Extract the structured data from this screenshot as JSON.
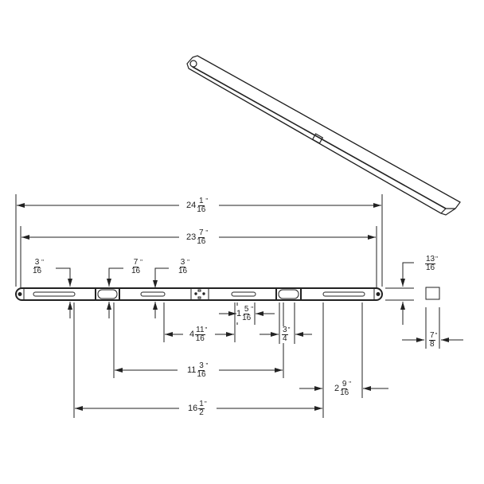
{
  "drawing": {
    "type": "technical dimension drawing",
    "subject": "slotted bar",
    "units": "inches"
  },
  "dimensions": {
    "overall_length": {
      "whole": "24",
      "num": "1",
      "den": "16",
      "unit": "\""
    },
    "hole_center_length": {
      "whole": "23",
      "num": "7",
      "den": "16",
      "unit": "\""
    },
    "slot_width_left": {
      "whole": "",
      "num": "3",
      "den": "16",
      "unit": "\""
    },
    "oval_width": {
      "whole": "",
      "num": "7",
      "den": "16",
      "unit": "\""
    },
    "slot_width_mid": {
      "whole": "",
      "num": "3",
      "den": "16",
      "unit": "\""
    },
    "bar_height": {
      "whole": "",
      "num": "13",
      "den": "16",
      "unit": "\""
    },
    "bar_depth": {
      "whole": "",
      "num": "7",
      "den": "8",
      "unit": "\""
    },
    "slot_length_mid": {
      "whole": "4",
      "num": "11",
      "den": "16",
      "unit": "\""
    },
    "slot_length_center": {
      "whole": "1",
      "num": "5",
      "den": "16",
      "unit": "\""
    },
    "oval_length": {
      "whole": "",
      "num": "3",
      "den": "4",
      "unit": "\""
    },
    "oval_spacing": {
      "whole": "11",
      "num": "3",
      "den": "16",
      "unit": "\""
    },
    "slot_length_right": {
      "whole": "2",
      "num": "9",
      "den": "16",
      "unit": "\""
    },
    "slot_span": {
      "whole": "16",
      "num": "1",
      "den": "2",
      "unit": "\""
    }
  },
  "colors": {
    "line": "#222222",
    "background": "#ffffff"
  }
}
